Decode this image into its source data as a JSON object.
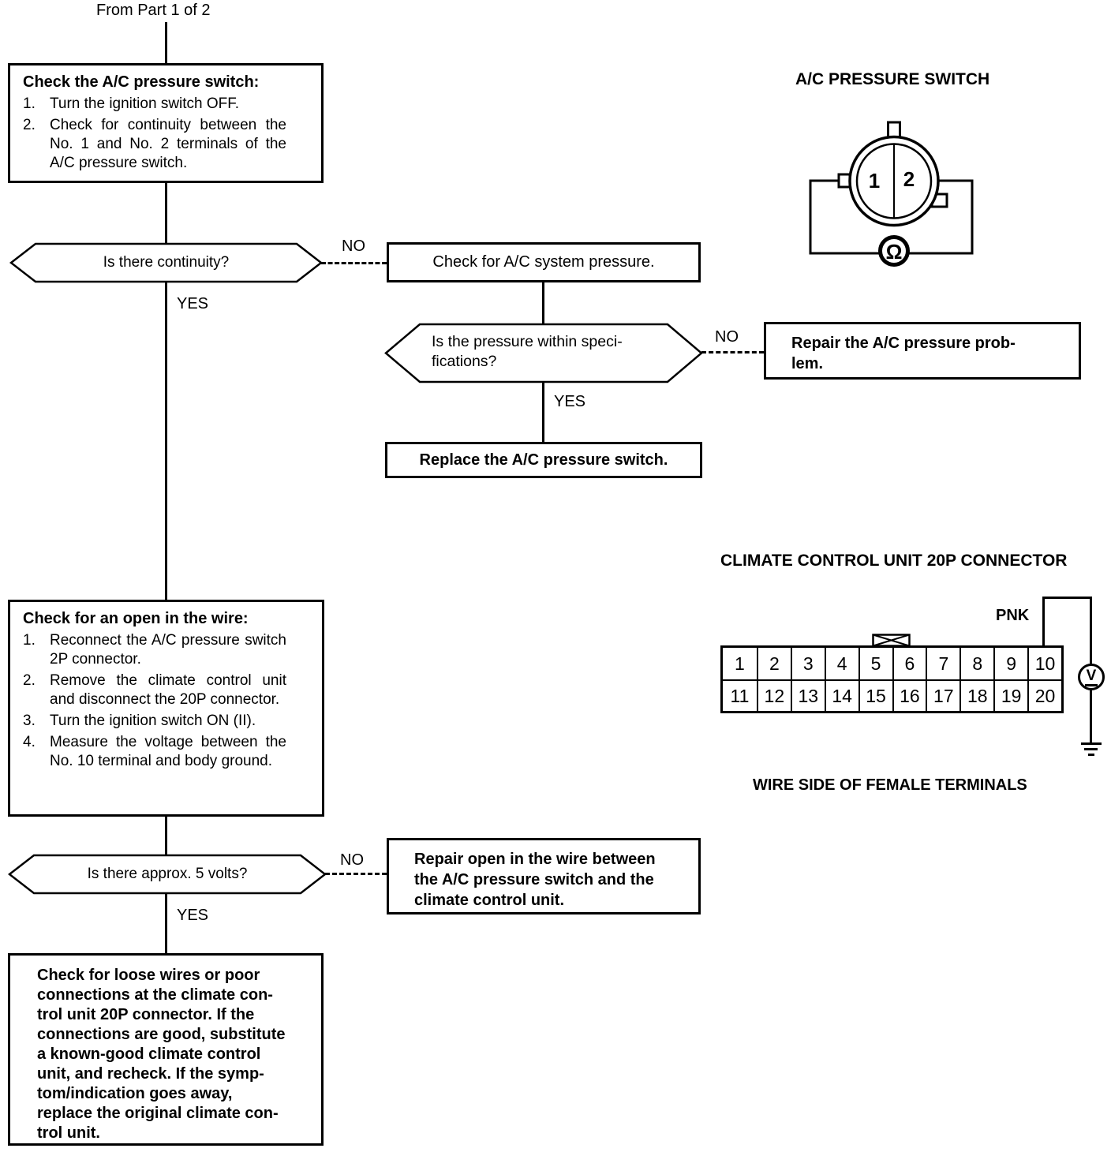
{
  "flow": {
    "entry_label": "From Part 1 of 2",
    "no_label": "NO",
    "yes_label": "YES",
    "step_check_switch": {
      "title": "Check the A/C pressure switch:",
      "items": [
        {
          "num": "1.",
          "text": "Turn the ignition switch OFF."
        },
        {
          "num": "2.",
          "text": "Check for continuity between the No. 1 and No. 2 terminals of the A/C pressure switch."
        }
      ]
    },
    "decision_continuity": {
      "question": "Is there continuity?"
    },
    "action_check_pressure": {
      "text": "Check for A/C system pressure."
    },
    "decision_pressure_spec": {
      "lines": [
        "Is the pressure within speci-",
        "fications?"
      ]
    },
    "action_repair_pressure": {
      "lines": [
        "Repair the A/C pressure prob-",
        "lem."
      ]
    },
    "action_replace_switch": {
      "text": "Replace the A/C pressure switch."
    },
    "step_check_open_wire": {
      "title": "Check for an open in the wire:",
      "items": [
        {
          "num": "1.",
          "text": "Reconnect the A/C pressure switch 2P connector."
        },
        {
          "num": "2.",
          "text": "Remove the climate control unit and disconnect the 20P connector."
        },
        {
          "num": "3.",
          "text": "Turn the ignition switch ON (II)."
        },
        {
          "num": "4.",
          "text": "Measure the voltage between the No. 10 terminal and body ground."
        }
      ]
    },
    "decision_5_volts": {
      "question": "Is there approx. 5 volts?"
    },
    "action_repair_open": {
      "lines": [
        "Repair open in the wire between",
        "the A/C pressure switch and the",
        "climate control unit."
      ]
    },
    "action_check_loose": {
      "lines": [
        "Check for loose wires or poor",
        "connections at the climate con-",
        "trol unit 20P connector. If the",
        "connections are good, substitute",
        "a known-good climate control",
        "unit, and recheck. If the symp-",
        "tom/indication goes away,",
        "replace the original climate con-",
        "trol unit."
      ]
    }
  },
  "switch_diagram": {
    "title": "A/C PRESSURE SWITCH",
    "terminal_1": "1",
    "terminal_2": "2",
    "ohmmeter_symbol": "Ω"
  },
  "connector_diagram": {
    "title": "CLIMATE CONTROL UNIT 20P CONNECTOR",
    "wire_color_label": "PNK",
    "voltmeter_symbol": "V",
    "caption": "WIRE SIDE OF FEMALE TERMINALS",
    "terminals": [
      "1",
      "2",
      "3",
      "4",
      "5",
      "6",
      "7",
      "8",
      "9",
      "10",
      "11",
      "12",
      "13",
      "14",
      "15",
      "16",
      "17",
      "18",
      "19",
      "20"
    ]
  }
}
